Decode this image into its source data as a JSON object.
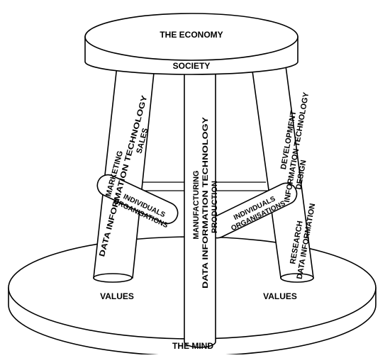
{
  "seat": {
    "top_label": "THE ECONOMY",
    "band_label": "SOCIETY"
  },
  "base": {
    "left_label": "VALUES",
    "right_label": "VALUES",
    "bottom_label": "THE MIND"
  },
  "left_leg": {
    "line1": "MARKETING",
    "line2": "DATA INFORMATION TECHNOLOGY",
    "line3": "SALES"
  },
  "center_leg": {
    "line1": "MANUFACTURING",
    "line2": "DATA INFORMATION TECHNOLOGY",
    "line3": "PRODUCTION"
  },
  "right_leg": {
    "line1": "DEVELOPMENT",
    "line2": "INFORMATION TECHNOLOGY",
    "line3": "DESIGN",
    "line4": "RESEARCH",
    "line5": "DATA INFORMATION"
  },
  "left_brace": {
    "line1": "INDIVIDUALS",
    "line2": "ORGANISATIONS"
  },
  "right_brace": {
    "line1": "INDIVIDUALS",
    "line2": "ORGANISATIONS"
  }
}
